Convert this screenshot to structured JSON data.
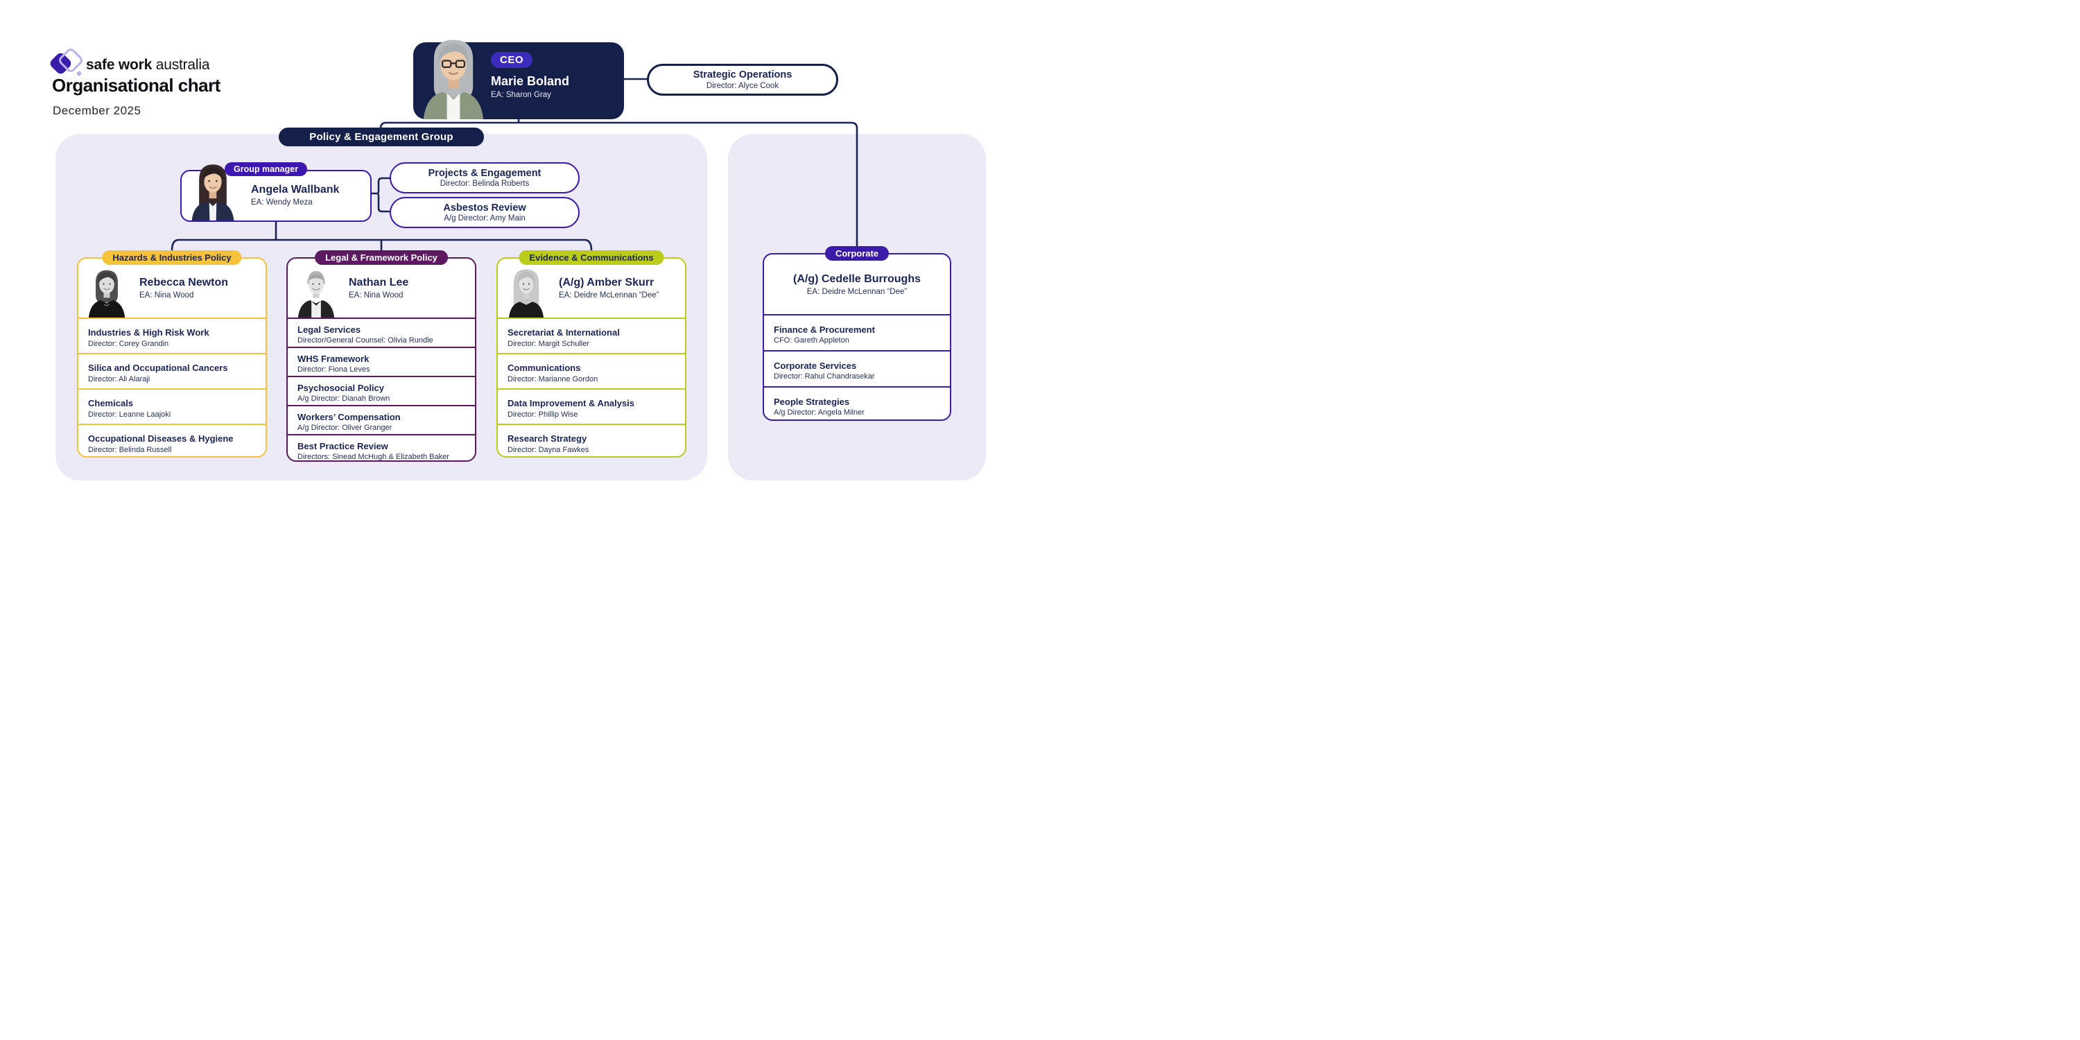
{
  "page": {
    "brand_bold": "safe work",
    "brand_light": "australia",
    "title": "Organisational chart",
    "date": "December 2025"
  },
  "ceo": {
    "badge": "CEO",
    "name": "Marie Boland",
    "ea": "EA: Sharon Gray"
  },
  "strategic_operations": {
    "title": "Strategic Operations",
    "subtitle": "Director: Alyce Cook"
  },
  "group": {
    "label": "Policy & Engagement Group",
    "manager_badge": "Group manager",
    "manager": {
      "name": "Angela Wallbank",
      "ea": "EA: Wendy Meza"
    },
    "side_units": [
      {
        "title": "Projects & Engagement",
        "subtitle": "Director: Belinda Roberts"
      },
      {
        "title": "Asbestos Review",
        "subtitle": "A/g Director: Amy Main"
      }
    ],
    "branches": [
      {
        "label": "Hazards & Industries Policy",
        "head": {
          "name": "Rebecca Newton",
          "ea": "EA: Nina Wood"
        },
        "teams": [
          {
            "title": "Industries & High Risk Work",
            "subtitle": "Director: Corey Grandin"
          },
          {
            "title": "Silica and Occupational Cancers",
            "subtitle": "Director: Ali Alaraji"
          },
          {
            "title": "Chemicals",
            "subtitle": "Director: Leanne Laajoki"
          },
          {
            "title": "Occupational Diseases & Hygiene",
            "subtitle": "Director: Belinda Russell"
          }
        ]
      },
      {
        "label": "Legal & Framework Policy",
        "head": {
          "name": "Nathan Lee",
          "ea": "EA: Nina Wood"
        },
        "teams": [
          {
            "title": "Legal Services",
            "subtitle": "Director/General Counsel: Olivia Rundle"
          },
          {
            "title": "WHS Framework",
            "subtitle": "Director: Fiona Leves"
          },
          {
            "title": "Psychosocial Policy",
            "subtitle": "A/g Director: Dianah Brown"
          },
          {
            "title": "Workers’ Compensation",
            "subtitle": "A/g Director: Oliver Granger"
          },
          {
            "title": "Best Practice Review",
            "subtitle": "Directors: Sinead McHugh & Elizabeth Baker"
          }
        ]
      },
      {
        "label": "Evidence & Communications",
        "head": {
          "name": "(A/g) Amber Skurr",
          "ea": "EA: Deidre McLennan “Dee”"
        },
        "teams": [
          {
            "title": "Secretariat & International",
            "subtitle": "Director: Margit Schuller"
          },
          {
            "title": "Communications",
            "subtitle": "Director: Marianne Gordon"
          },
          {
            "title": "Data Improvement & Analysis",
            "subtitle": "Director: Phillip Wise"
          },
          {
            "title": "Research Strategy",
            "subtitle": "Director: Dayna Fawkes"
          }
        ]
      }
    ]
  },
  "corporate": {
    "label": "Corporate",
    "head": {
      "name": "(A/g) Cedelle Burroughs",
      "ea": "EA: Deidre McLennan “Dee”"
    },
    "teams": [
      {
        "title": "Finance & Procurement",
        "subtitle": "CFO: Gareth Appleton"
      },
      {
        "title": "Corporate Services",
        "subtitle": "Director: Rahul Chandrasekar"
      },
      {
        "title": "People Strategies",
        "subtitle": "A/g Director: Angela Milner"
      }
    ]
  },
  "colors": {
    "navy": "#15204A",
    "line": "#1A2351",
    "panel": "#ECEAF7",
    "indigo_border": "#3D17B0",
    "ceo_badge": "#3D2BBE",
    "hazards_accent": "#F5C23E",
    "legal_accent": "#5B1A5E",
    "evidence_accent": "#BCCC1A",
    "corporate_accent": "#3A1CA8"
  }
}
